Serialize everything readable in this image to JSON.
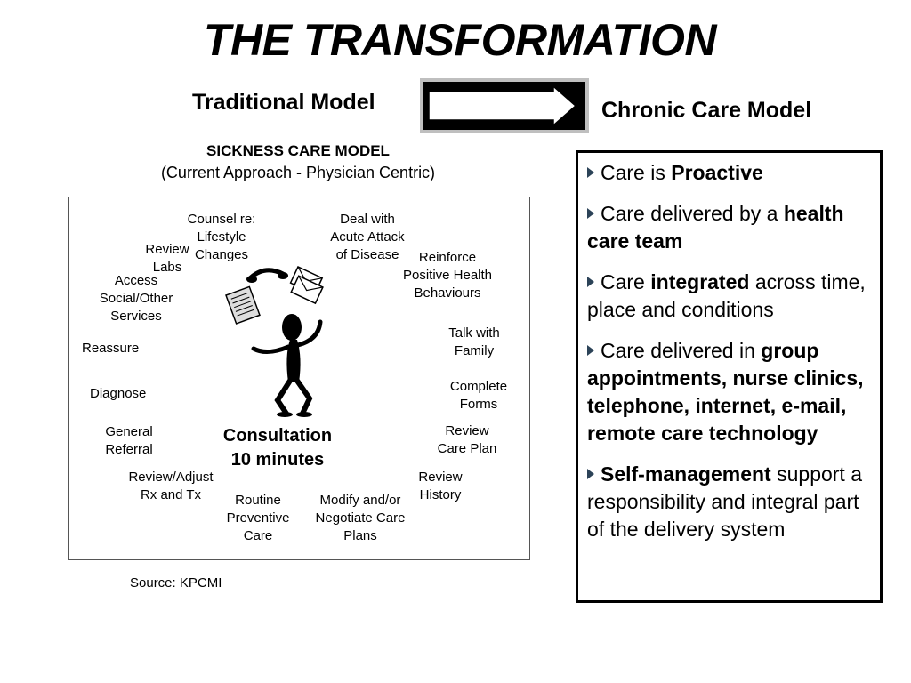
{
  "title": "THE TRANSFORMATION",
  "traditional_label": "Traditional Model",
  "chronic_label": "Chronic Care Model",
  "sickness": {
    "title": "SICKNESS CARE MODEL",
    "subtitle": "(Current Approach - Physician Centric)"
  },
  "activities": {
    "counsel": [
      "Counsel re:",
      "Lifestyle",
      "Changes"
    ],
    "deal": [
      "Deal  with",
      "Acute Attack",
      "of Disease"
    ],
    "review_labs": [
      "Review",
      "Labs"
    ],
    "reinforce": [
      "Reinforce",
      "Positive Health",
      "Behaviours"
    ],
    "access": [
      "Access",
      "Social/Other",
      "Services"
    ],
    "talk": [
      "Talk with",
      "Family"
    ],
    "reassure": [
      "Reassure"
    ],
    "diagnose": [
      "Diagnose"
    ],
    "complete_forms": [
      "Complete",
      "Forms"
    ],
    "general_referral": [
      "General",
      "Referral"
    ],
    "review_care_plan": [
      "Review",
      "Care Plan"
    ],
    "review_adjust": [
      "Review/Adjust",
      "Rx and Tx"
    ],
    "review_history": [
      "Review",
      "History"
    ],
    "routine": [
      "Routine",
      "Preventive",
      "Care"
    ],
    "modify": [
      "Modify and/or",
      "Negotiate Care",
      "Plans"
    ]
  },
  "consultation": [
    "Consultation",
    "10 minutes"
  ],
  "source": "Source: KPCMI",
  "chronic_items": [
    {
      "parts": [
        {
          "t": "Care is ",
          "b": false
        },
        {
          "t": "Proactive",
          "b": true
        }
      ]
    },
    {
      "parts": [
        {
          "t": "Care delivered by a ",
          "b": false
        },
        {
          "t": "health care team",
          "b": true
        }
      ]
    },
    {
      "parts": [
        {
          "t": "Care ",
          "b": false
        },
        {
          "t": "integrated",
          "b": true
        },
        {
          "t": " across time, place and conditions",
          "b": false
        }
      ]
    },
    {
      "parts": [
        {
          "t": "Care delivered in ",
          "b": false
        },
        {
          "t": "group appointments, nurse clinics, telephone, internet, e-mail, remote care technology",
          "b": true
        }
      ]
    },
    {
      "parts": [
        {
          "t": "Self-management",
          "b": true
        },
        {
          "t": " support a responsibility and integral part of the delivery system",
          "b": false
        }
      ]
    }
  ],
  "colors": {
    "bullet": "#2c4358",
    "arrow_frame": "#bfbfbf"
  },
  "icons": [
    "right-arrow-icon",
    "telephone-icon",
    "envelope-icon",
    "papers-icon",
    "juggling-stick-figure-icon",
    "bullet-triangle-icon"
  ]
}
